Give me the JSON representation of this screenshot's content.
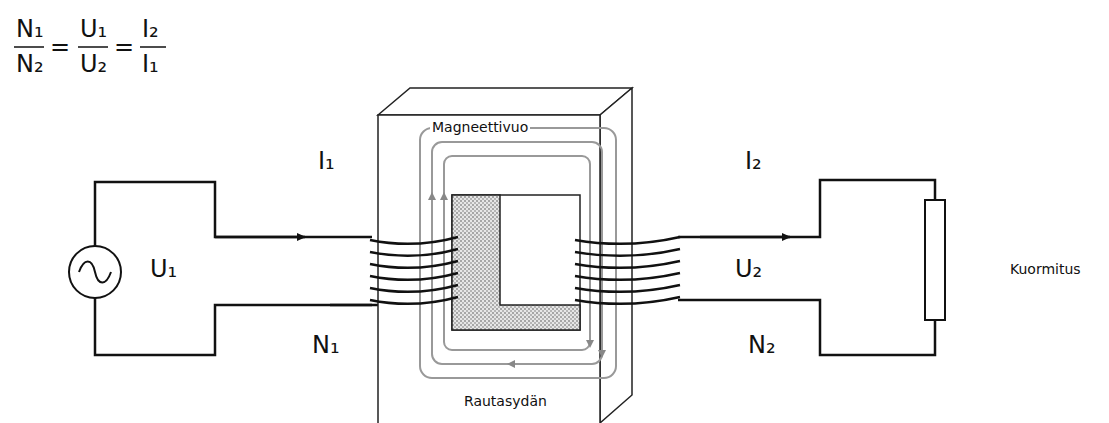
{
  "diagram": {
    "labels": [
      "N₁",
      "=",
      "U₁",
      "=",
      "I₂",
      "N₂",
      "U₂",
      "I₁",
      "I₁",
      "U₁",
      "N₁",
      "Magneettivuo",
      "Rautasydän",
      "I₂",
      "U₂",
      "N₂",
      "Kuormitus"
    ]
  }
}
